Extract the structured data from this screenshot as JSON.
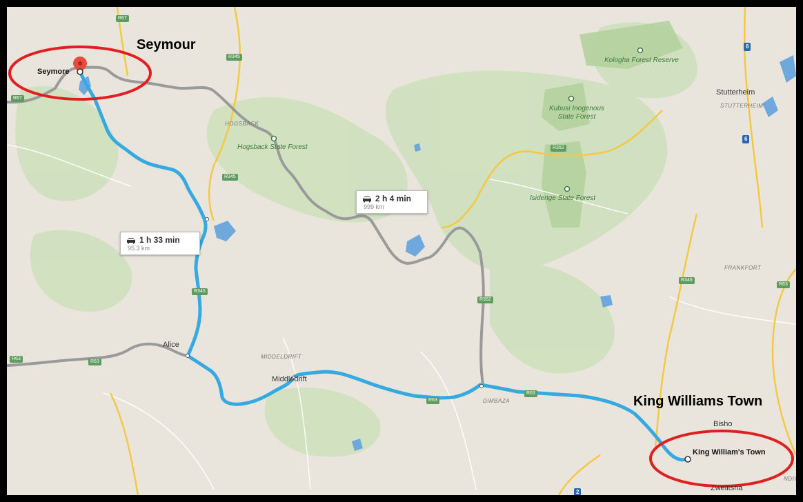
{
  "annotations": {
    "start": "Seymour",
    "end": "King Williams Town"
  },
  "places": {
    "seymore": "Seymore",
    "king_williams_town": "King William's Town",
    "stutterheim": "Stutterheim",
    "stutterheim_district": "STUTTERHEIM",
    "hogsback_district": "HOGSBACK",
    "alice": "Alice",
    "middledrift": "Middledrift",
    "middeldrift_district": "MIDDELDRIFT",
    "dimbaza": "DIMBAZA",
    "bisho": "Bisho",
    "zwelitsha": "Zwelitsha",
    "frankfort": "FRANKFORT",
    "ndiva": "NDIVA"
  },
  "parks": {
    "kologha": "Kologha Forest Reserve",
    "kubusi": "Kubusi Inogenous State Forest",
    "hogsback": "Hogsback State Forest",
    "isidenge": "Isidenge State Forest"
  },
  "routes": {
    "primary": {
      "time": "1 h 33 min",
      "distance": "95.3 km",
      "color": "#36a9e1"
    },
    "alternative": {
      "time": "2 h 4 min",
      "distance": "999 km",
      "color": "#999999"
    }
  },
  "roads": {
    "r67": "R67",
    "r345": "R345",
    "r352": "R352",
    "r63": "R63",
    "r346": "R346",
    "n6": "6",
    "n2": "2"
  },
  "colors": {
    "land": "#e9e5dc",
    "forest": "#c8dcb4",
    "water": "#6fa8dc",
    "highway": "#f5c842",
    "annotation_circle": "#e02020"
  }
}
